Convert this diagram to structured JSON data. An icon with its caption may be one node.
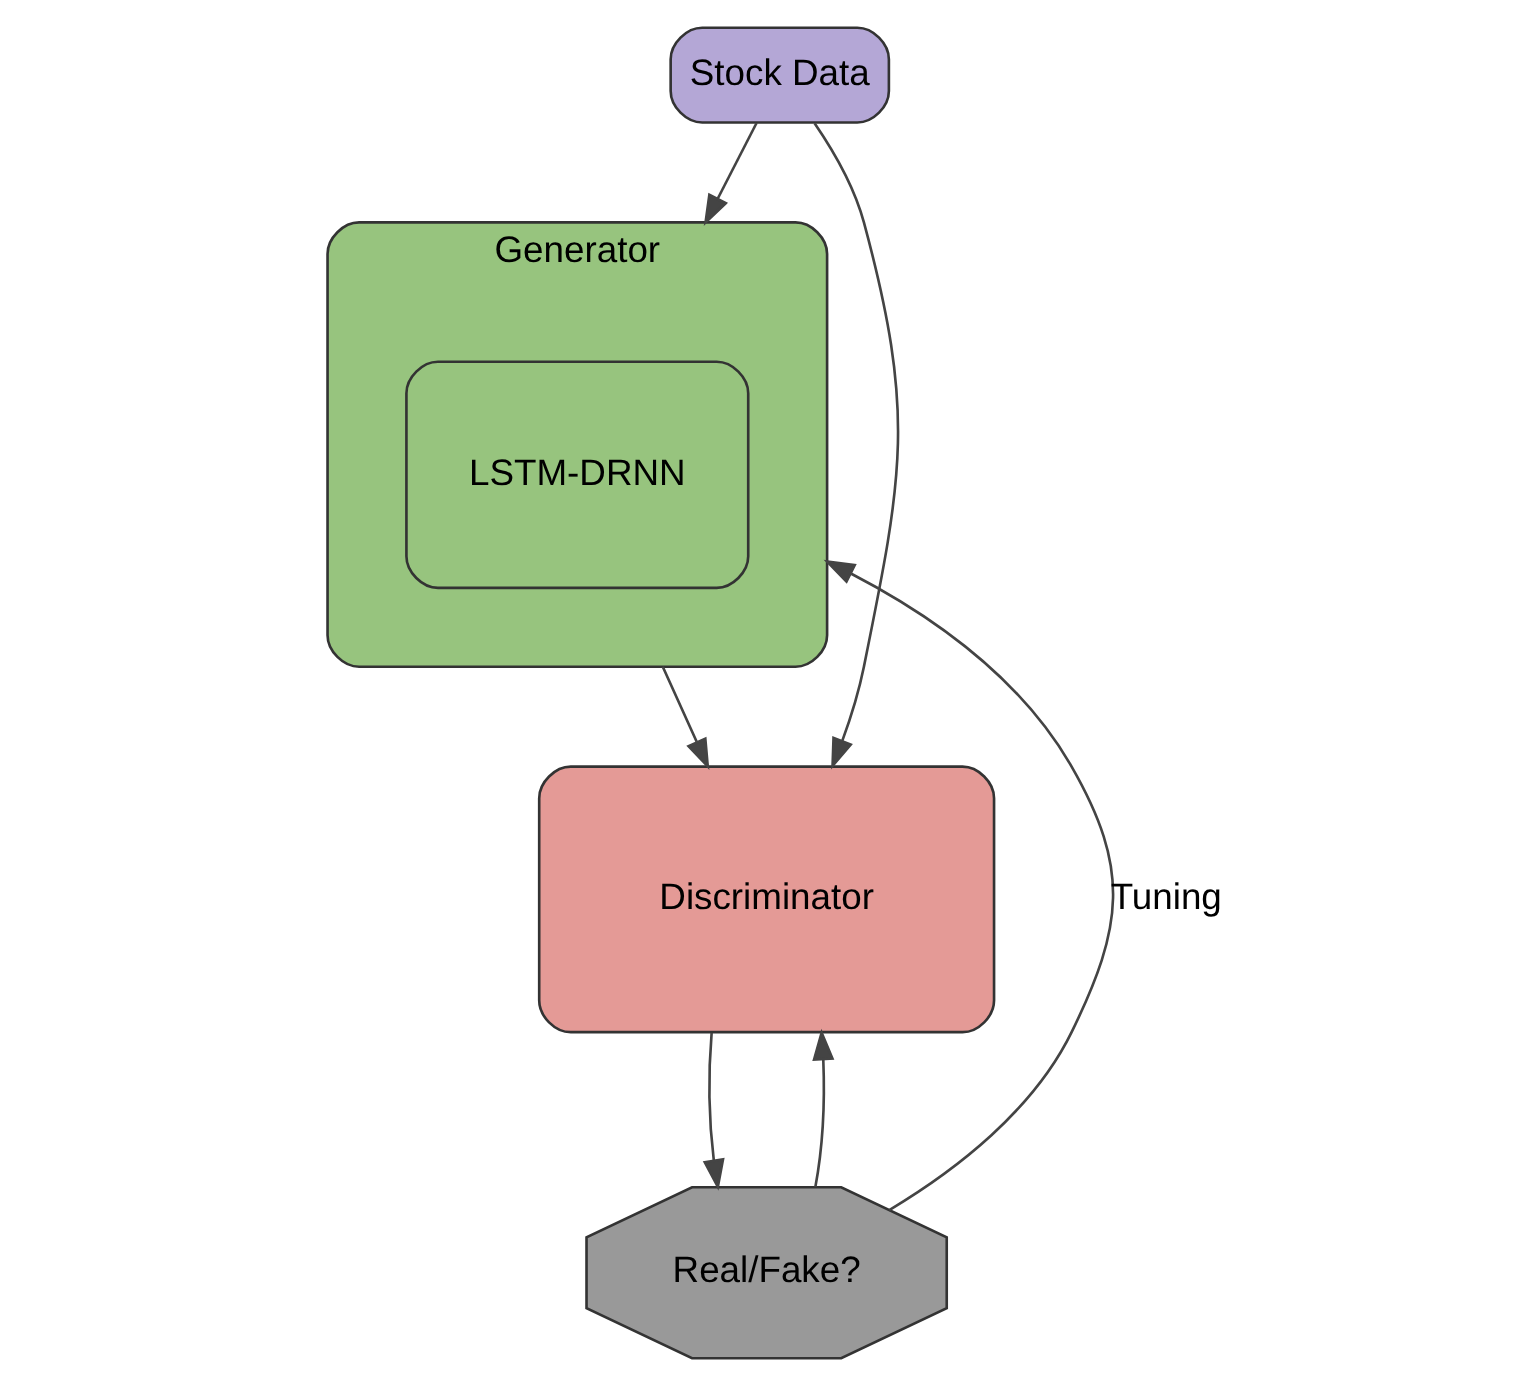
{
  "diagram": {
    "nodes": [
      {
        "text": [
          "Stock Data"
        ]
      },
      {
        "text": [
          "Generator"
        ]
      },
      {
        "text": [
          "LSTM-DRNN"
        ],
        "in": 1
      },
      {
        "text": [
          "Discriminator"
        ]
      },
      {
        "text": [
          "Real/Fake?"
        ]
      }
    ],
    "edges": [
      {
        "from": 0,
        "to": 1,
        "arrow": "to"
      },
      {
        "from": 0,
        "to": 3,
        "arrow": "to"
      },
      {
        "from": 1,
        "to": 3,
        "arrow": "to"
      },
      {
        "from": 3,
        "to": 4,
        "arrow": "to"
      },
      {
        "from": 4,
        "to": 1,
        "arrow": "to",
        "label": "Tuning"
      },
      {
        "from": 4,
        "to": 3,
        "arrow": "to"
      }
    ]
  }
}
